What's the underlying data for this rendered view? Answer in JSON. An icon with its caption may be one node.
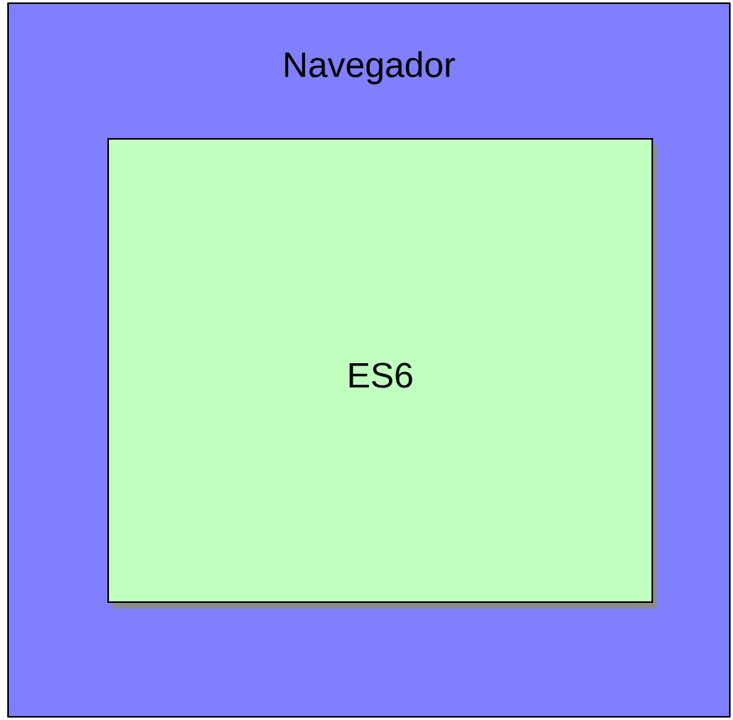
{
  "diagram": {
    "nodes": [
      {
        "text": [
          "Navegador"
        ]
      },
      {
        "text": [
          "ES6"
        ],
        "in": 0
      }
    ]
  }
}
